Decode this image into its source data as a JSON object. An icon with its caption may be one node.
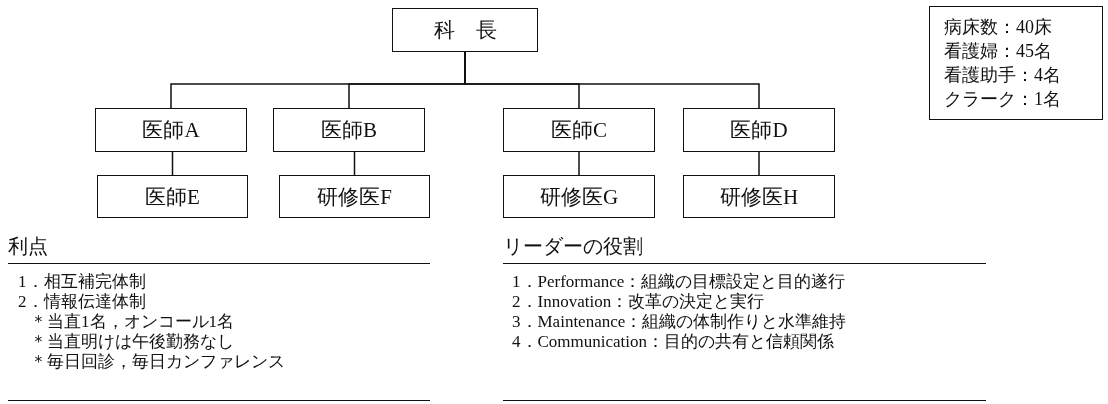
{
  "diagram": {
    "nodes": [
      {
        "text": [
          "科　長"
        ]
      },
      {
        "text": [
          "医師A"
        ]
      },
      {
        "text": [
          "医師B"
        ]
      },
      {
        "text": [
          "医師C"
        ]
      },
      {
        "text": [
          "医師D"
        ]
      },
      {
        "text": [
          "医師E"
        ]
      },
      {
        "text": [
          "研修医F"
        ]
      },
      {
        "text": [
          "研修医G"
        ]
      },
      {
        "text": [
          "研修医H"
        ]
      },
      {
        "text": [
          "病床数：40床",
          "看護婦：45名",
          "看護助手：4名",
          "クラーク：1名"
        ]
      }
    ],
    "edges": [
      {
        "from": 0,
        "to": 1,
        "arrow": "none"
      },
      {
        "from": 0,
        "to": 2,
        "arrow": "none"
      },
      {
        "from": 0,
        "to": 3,
        "arrow": "none"
      },
      {
        "from": 0,
        "to": 4,
        "arrow": "none"
      },
      {
        "from": 1,
        "to": 5,
        "arrow": "none"
      },
      {
        "from": 2,
        "to": 6,
        "arrow": "none"
      },
      {
        "from": 3,
        "to": 7,
        "arrow": "none"
      },
      {
        "from": 4,
        "to": 8,
        "arrow": "none"
      }
    ],
    "labels": [
      "利点",
      "1．相互補完体制",
      "2．情報伝達体制",
      "＊当直1名，オンコール1名",
      "＊当直明けは午後勤務なし",
      "＊毎日回診，毎日カンファレンス",
      "リーダーの役割",
      "1．Performance：組織の目標設定と目的遂行",
      "2．Innovation：改革の決定と実行",
      "3．Maintenance：組織の体制作りと水準維持",
      "4．Communication：目的の共有と信頼関係"
    ]
  }
}
